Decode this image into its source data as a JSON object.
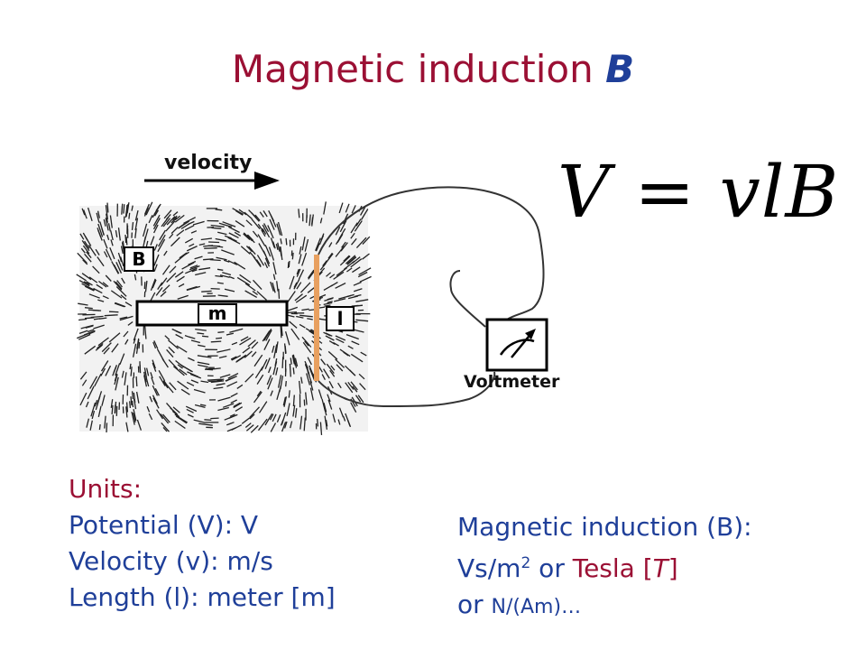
{
  "title": {
    "text": "Magnetic induction ",
    "variable": "B"
  },
  "formula": "V = vlB",
  "diagram": {
    "velocity_label": "velocity",
    "field_label": "B",
    "magnet_label": "m",
    "length_label": "l",
    "voltmeter_label": "Voltmeter"
  },
  "units": {
    "heading": "Units:",
    "lines": [
      "Potential (V): V",
      "Velocity (v): m/s",
      "Length (l): meter [m]"
    ]
  },
  "induction": {
    "heading": "Magnetic induction (B):",
    "line2_prefix": "Vs/m",
    "line2_exponent": "2",
    "line2_or": " or ",
    "tesla": "Tesla [",
    "tesla_symbol": "T",
    "tesla_close": "]",
    "line3_or": "or ",
    "line3_rest": "N/(Am)…"
  },
  "colors": {
    "title": "#9b1034",
    "accent_blue": "#1f3f99",
    "rod": "#e8a060"
  }
}
